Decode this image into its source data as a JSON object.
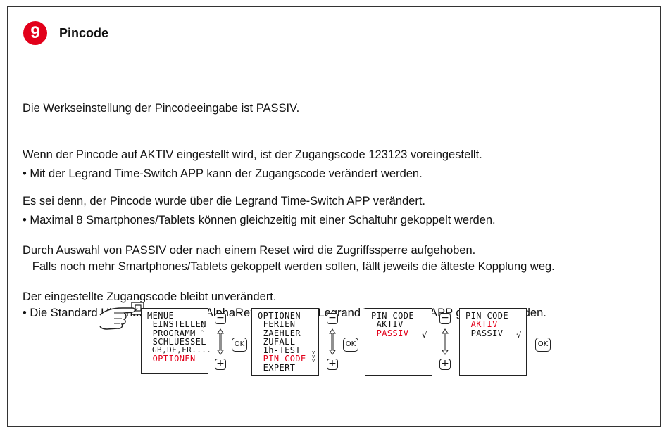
{
  "section": {
    "step_number": "9",
    "title": "Pincode"
  },
  "paragraphs": {
    "p1": [
      "Die Werkseinstellung der Pincodeeingabe ist PASSIV.",
      "Wenn der Pincode auf AKTIV eingestellt wird, ist der Zugangscode 123123 voreingestellt.",
      "Es sei denn, der Pincode wurde über die Legrand Time-Switch APP verändert."
    ],
    "p2": [
      "• Mit der Legrand Time-Switch APP kann der Zugangscode verändert werden.",
      "• Maximal 8 Smartphones/Tablets können gleichzeitig mit einer Schaltuhr gekoppelt werden.",
      "   Falls noch mehr Smartphones/Tablets gekoppelt werden sollen, fällt jeweils die älteste Kopplung weg.",
      "• Die Standard Uhrenbezeichnung (AlphaRex) kann über Legrand Time-Switch APP geändert werden."
    ],
    "p3": [
      "Durch Auswahl von PASSIV oder nach einem Reset wird die Zugriffssperre aufgehoben.",
      "Der eingestellte Zugangscode bleibt unverändert."
    ]
  },
  "screens": {
    "s1": [
      "MENUE",
      " EINSTELLEN",
      " PROGRAMM",
      " SCHLUESSEL",
      " GB,DE,FR....",
      " OPTIONEN"
    ],
    "s2": [
      "OPTIONEN",
      " FERIEN",
      " ZAEHLER",
      " ZUFALL",
      " 1h-TEST",
      " PIN-CODE",
      " EXPERT"
    ],
    "s3": [
      "PIN-CODE",
      " AKTIV",
      " PASSIV"
    ],
    "s4": [
      "PIN-CODE",
      " AKTIV",
      " PASSIV"
    ]
  },
  "buttons": {
    "minus": "−",
    "plus": "+",
    "ok": "OK"
  },
  "marks": {
    "check": "√",
    "carets": "^\n^\n^",
    "vcarets": "v\nv\nv"
  },
  "colors": {
    "accent": "#e2001a"
  }
}
